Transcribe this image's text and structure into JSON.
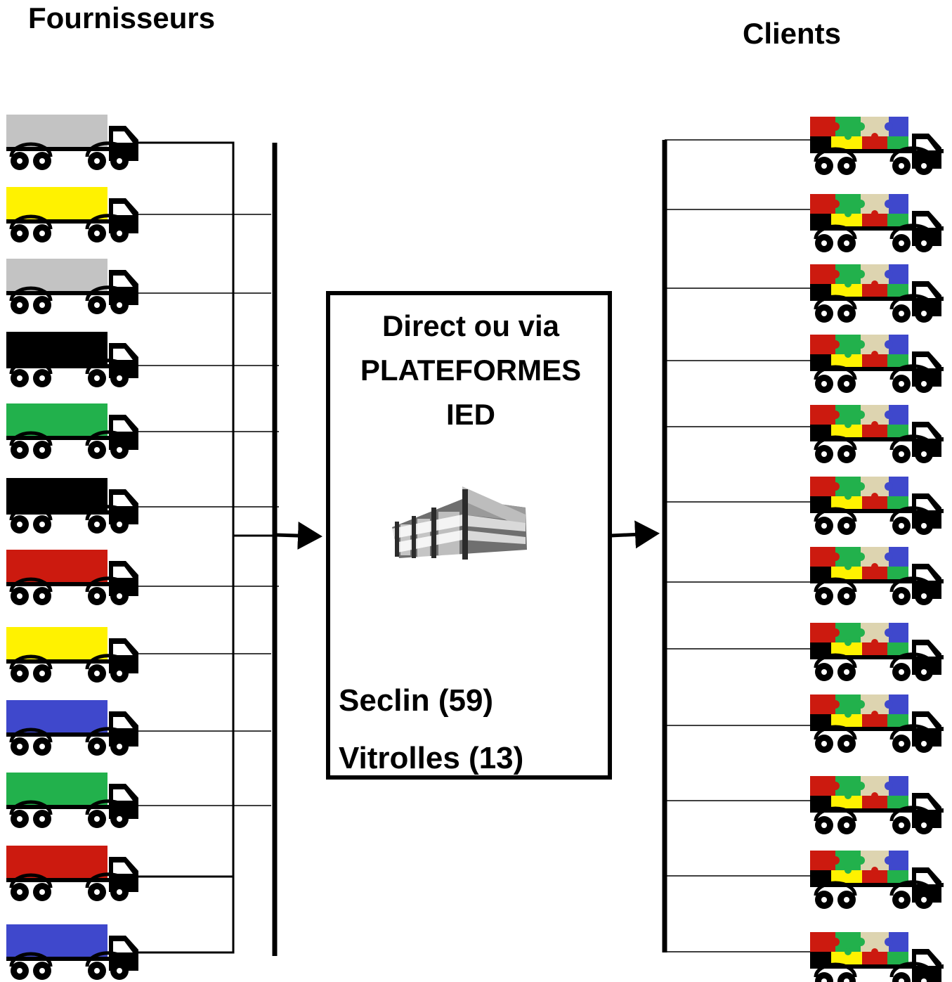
{
  "headers": {
    "suppliers": "Fournisseurs",
    "clients": "Clients"
  },
  "center_box": {
    "title_lines": [
      "Direct ou via",
      "PLATEFORMES",
      "IED"
    ],
    "sites": [
      "Seclin (59)",
      "Vitrolles (13)"
    ],
    "icon": "warehouse-building-icon"
  },
  "suppliers": {
    "truck_icon": "cargo-truck-icon",
    "trailer_colors": [
      "#c3c3c3",
      "#fff200",
      "#c3c3c3",
      "#000000",
      "#22b14c",
      "#000000",
      "#cc1a0f",
      "#fff200",
      "#3f48cc",
      "#22b14c",
      "#cc1a0f",
      "#3f48cc"
    ]
  },
  "clients": {
    "truck_icon": "puzzle-truck-icon",
    "count": 12,
    "puzzle_colors": [
      "#cc1a0f",
      "#22b14c",
      "#ddd4b0",
      "#3f48cc",
      "#fff200"
    ]
  }
}
